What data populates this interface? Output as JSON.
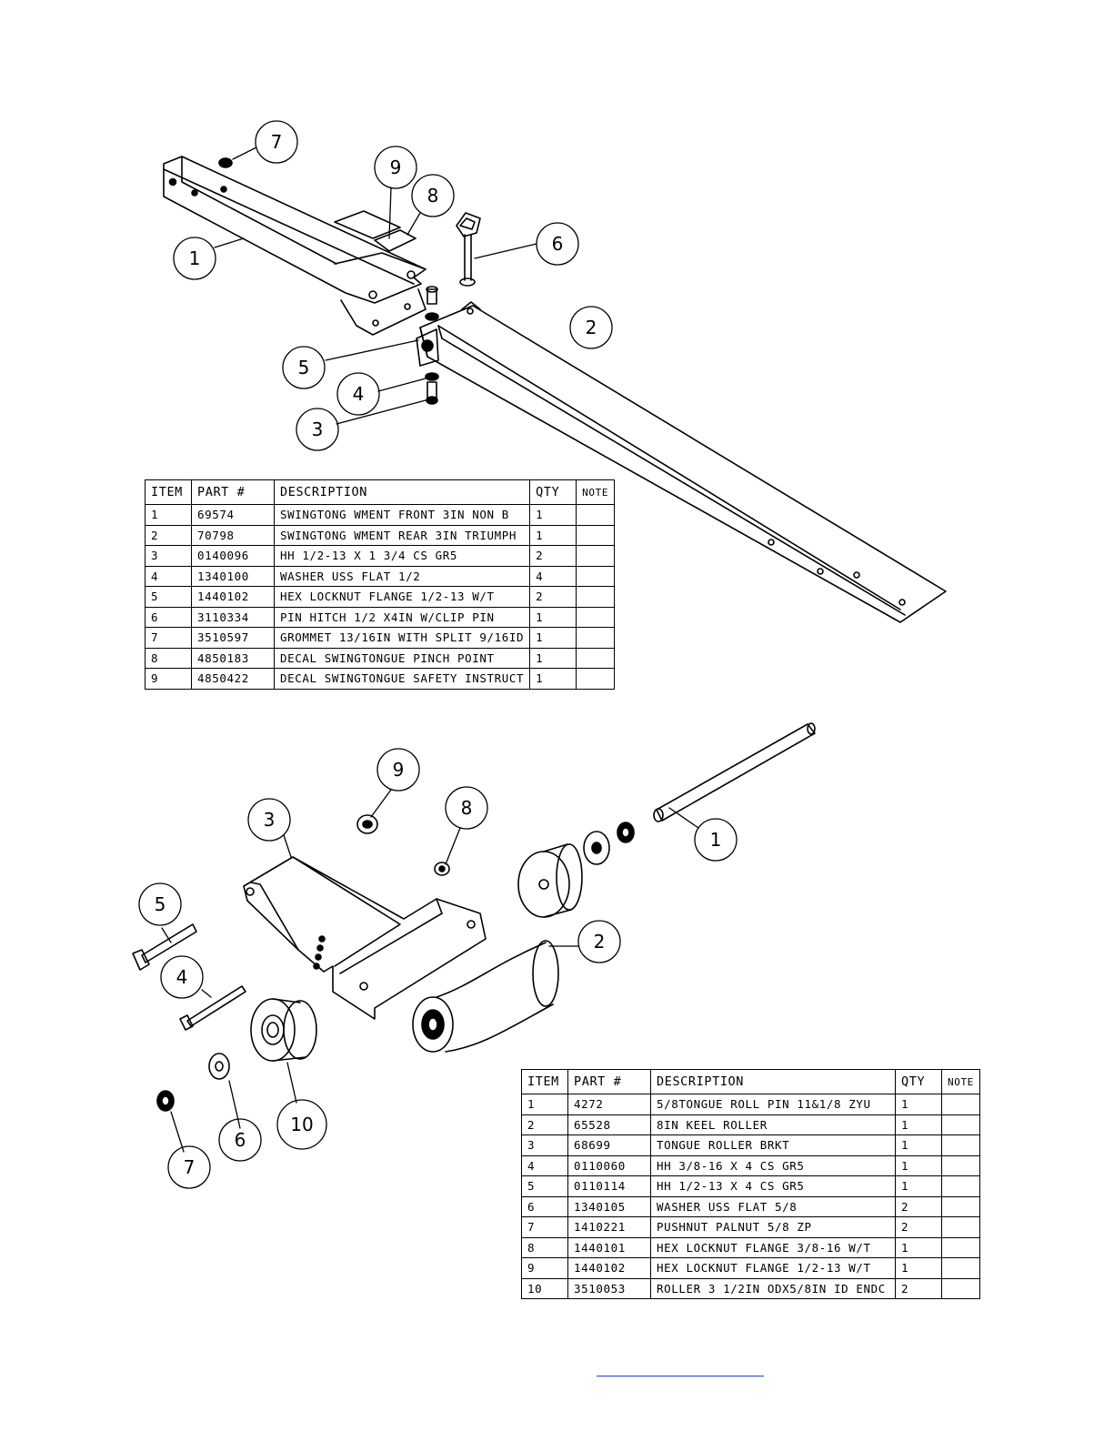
{
  "top_assembly": {
    "callouts": [
      "1",
      "2",
      "3",
      "4",
      "5",
      "6",
      "7",
      "8",
      "9"
    ],
    "bom": {
      "headers": [
        "ITEM",
        "PART #",
        "DESCRIPTION",
        "QTY",
        "NOTE"
      ],
      "rows": [
        [
          "1",
          "69574",
          "SWINGTONG WMENT FRONT 3IN NON B",
          "1",
          ""
        ],
        [
          "2",
          "70798",
          "SWINGTONG WMENT REAR 3IN TRIUMPH",
          "1",
          ""
        ],
        [
          "3",
          "0140096",
          "HH 1/2-13 X 1 3/4 CS GR5",
          "2",
          ""
        ],
        [
          "4",
          "1340100",
          "WASHER USS FLAT 1/2",
          "4",
          ""
        ],
        [
          "5",
          "1440102",
          "HEX LOCKNUT FLANGE 1/2-13 W/T",
          "2",
          ""
        ],
        [
          "6",
          "3110334",
          "PIN HITCH 1/2 X4IN W/CLIP PIN",
          "1",
          ""
        ],
        [
          "7",
          "3510597",
          "GROMMET 13/16IN  WITH SPLIT 9/16ID",
          "1",
          ""
        ],
        [
          "8",
          "4850183",
          "DECAL SWINGTONGUE PINCH POINT",
          "1",
          ""
        ],
        [
          "9",
          "4850422",
          "DECAL SWINGTONGUE SAFETY INSTRUCT",
          "1",
          ""
        ]
      ]
    }
  },
  "bottom_assembly": {
    "callouts": [
      "1",
      "2",
      "3",
      "4",
      "5",
      "6",
      "7",
      "8",
      "9",
      "10"
    ],
    "bom": {
      "headers": [
        "ITEM",
        "PART #",
        "DESCRIPTION",
        "QTY",
        "NOTE"
      ],
      "rows": [
        [
          "1",
          "4272",
          "5/8TONGUE ROLL PIN 11&1/8 ZYU",
          "1",
          ""
        ],
        [
          "2",
          "65528",
          "8IN KEEL ROLLER",
          "1",
          ""
        ],
        [
          "3",
          "68699",
          "TONGUE ROLLER BRKT",
          "1",
          ""
        ],
        [
          "4",
          "0110060",
          "HH 3/8-16 X 4 CS GR5",
          "1",
          ""
        ],
        [
          "5",
          "0110114",
          "HH 1/2-13 X 4 CS GR5",
          "1",
          ""
        ],
        [
          "6",
          "1340105",
          "WASHER USS FLAT 5/8",
          "2",
          ""
        ],
        [
          "7",
          "1410221",
          "PUSHNUT PALNUT 5/8 ZP",
          "2",
          ""
        ],
        [
          "8",
          "1440101",
          "HEX LOCKNUT FLANGE 3/8-16 W/T",
          "1",
          ""
        ],
        [
          "9",
          "1440102",
          "HEX LOCKNUT FLANGE 1/2-13 W/T",
          "1",
          ""
        ],
        [
          "10",
          "3510053",
          "ROLLER  3 1/2IN ODX5/8IN ID ENDC",
          "2",
          ""
        ]
      ]
    }
  },
  "colors": {
    "line": "#000000",
    "link_underline": "#2b3bd6"
  }
}
